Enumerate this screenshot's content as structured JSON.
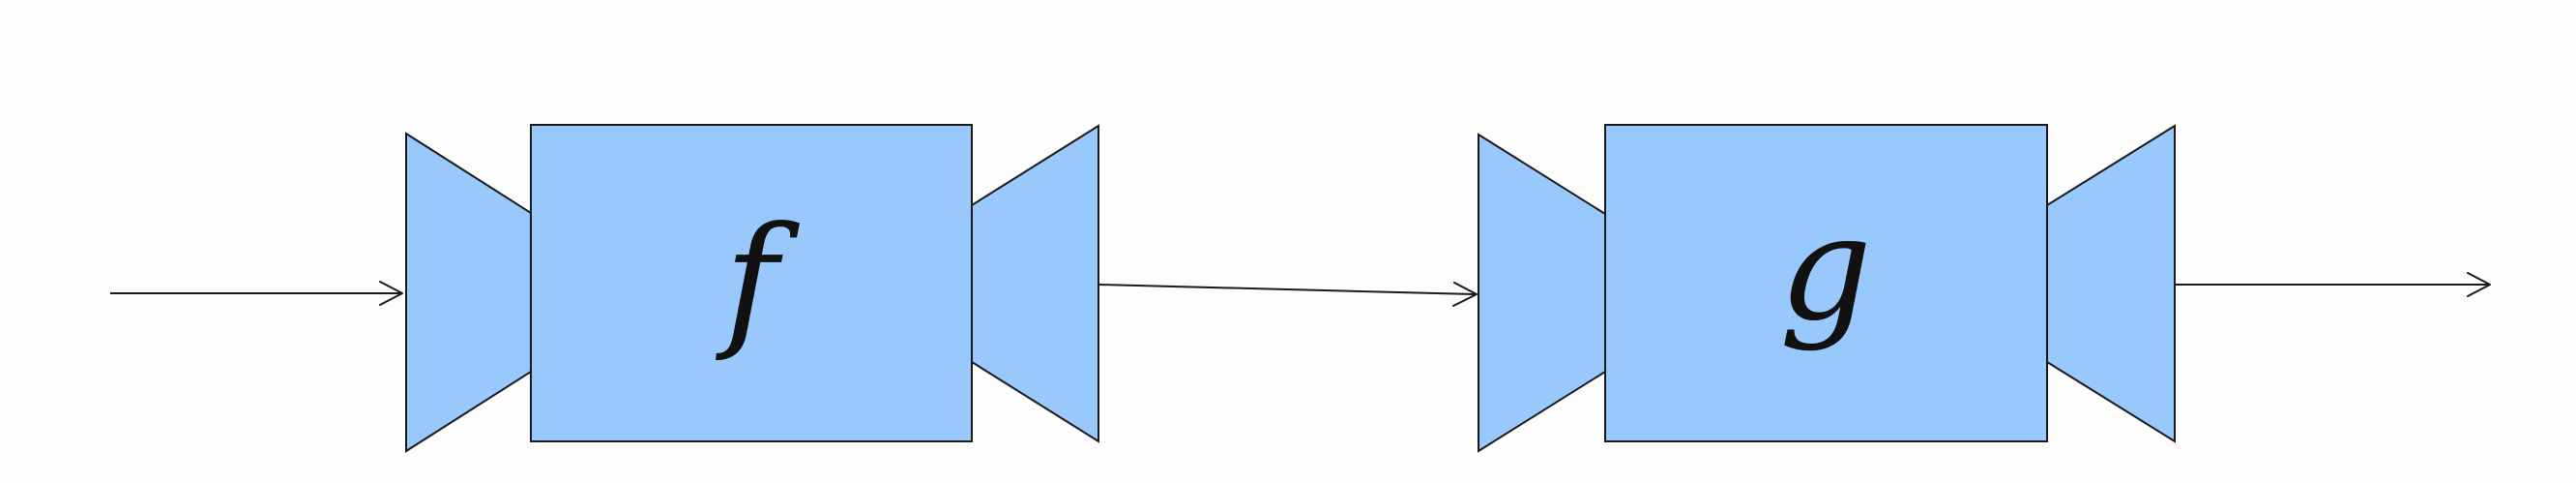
{
  "diagram": {
    "blocks": [
      {
        "id": "f",
        "label": "f"
      },
      {
        "id": "g",
        "label": "g"
      }
    ],
    "colors": {
      "block_fill": "#99c8fd",
      "stroke": "#1a1a1a",
      "background": "#fdfdfd"
    }
  }
}
